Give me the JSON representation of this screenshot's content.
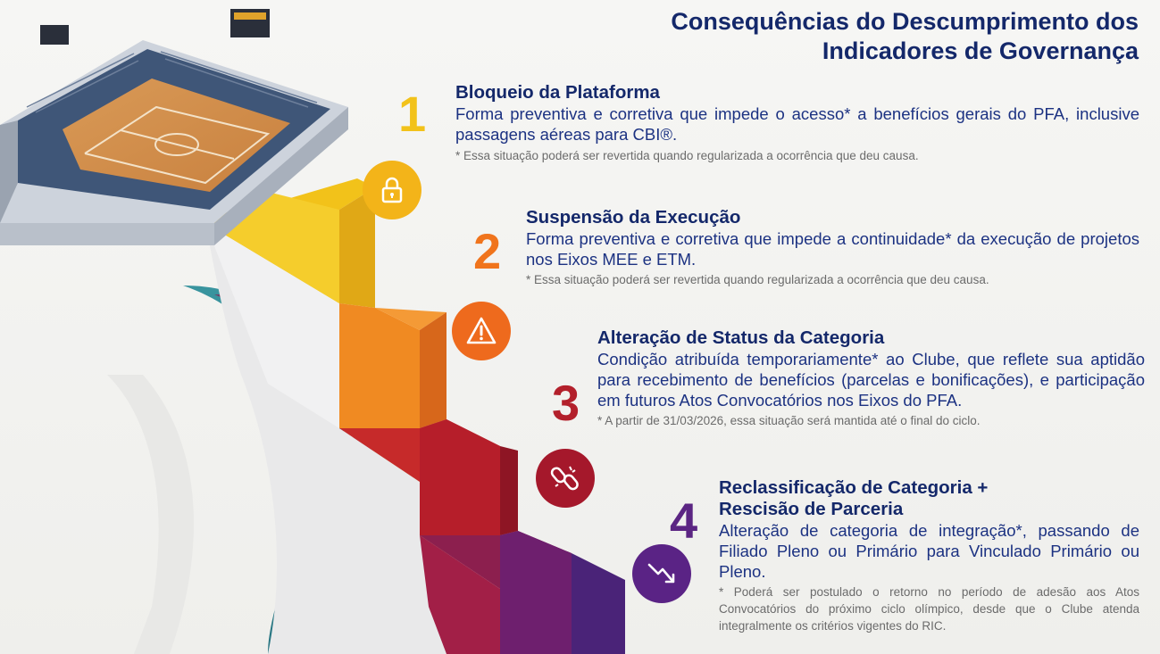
{
  "header": {
    "line1": "Consequências do Descumprimento dos",
    "line2": "Indicadores de Governança"
  },
  "colors": {
    "navy": "#14286a",
    "step1": "#f2c21a",
    "step2": "#f07a1e",
    "step3": "#b3202b",
    "step4": "#5b2583",
    "note": "#6b6b6b"
  },
  "items": [
    {
      "number": "1",
      "title": "Bloqueio da Plataforma",
      "text": "Forma preventiva e corretiva que impede o acesso* a benefícios gerais do PFA, inclusive passagens aéreas para CBI®.",
      "note": "* Essa situação poderá ser revertida quando regularizada a ocorrência que deu causa.",
      "icon": "lock-icon"
    },
    {
      "number": "2",
      "title": "Suspensão da Execução",
      "text": "Forma preventiva e corretiva que impede a continuidade* da execução de projetos nos Eixos MEE e ETM.",
      "note": "* Essa situação poderá ser revertida quando regularizada a ocorrência que deu causa.",
      "icon": "warning-icon"
    },
    {
      "number": "3",
      "title": "Alteração de Status da Categoria",
      "text": "Condição atribuída temporariamente* ao Clube, que reflete sua aptidão para recebimento de benefícios (parcelas e bonificações), e participação em futuros Atos Convocatórios nos Eixos do PFA.",
      "note": "* A partir de 31/03/2026, essa situação será mantida até o final do ciclo.",
      "icon": "broken-link-icon"
    },
    {
      "number": "4",
      "title_line1": "Reclassificação de Categoria +",
      "title_line2": "Rescisão de Parceria",
      "text": "Alteração de categoria de integração*, passando de Filiado Pleno ou Primário para Vinculado Primário ou Pleno.",
      "note": "* Poderá ser postulado o retorno no período de adesão aos Atos Convocatórios do próximo ciclo olímpico, desde que o Clube atenda integralmente os critérios vigentes do RIC.",
      "icon": "trend-down-icon"
    }
  ]
}
